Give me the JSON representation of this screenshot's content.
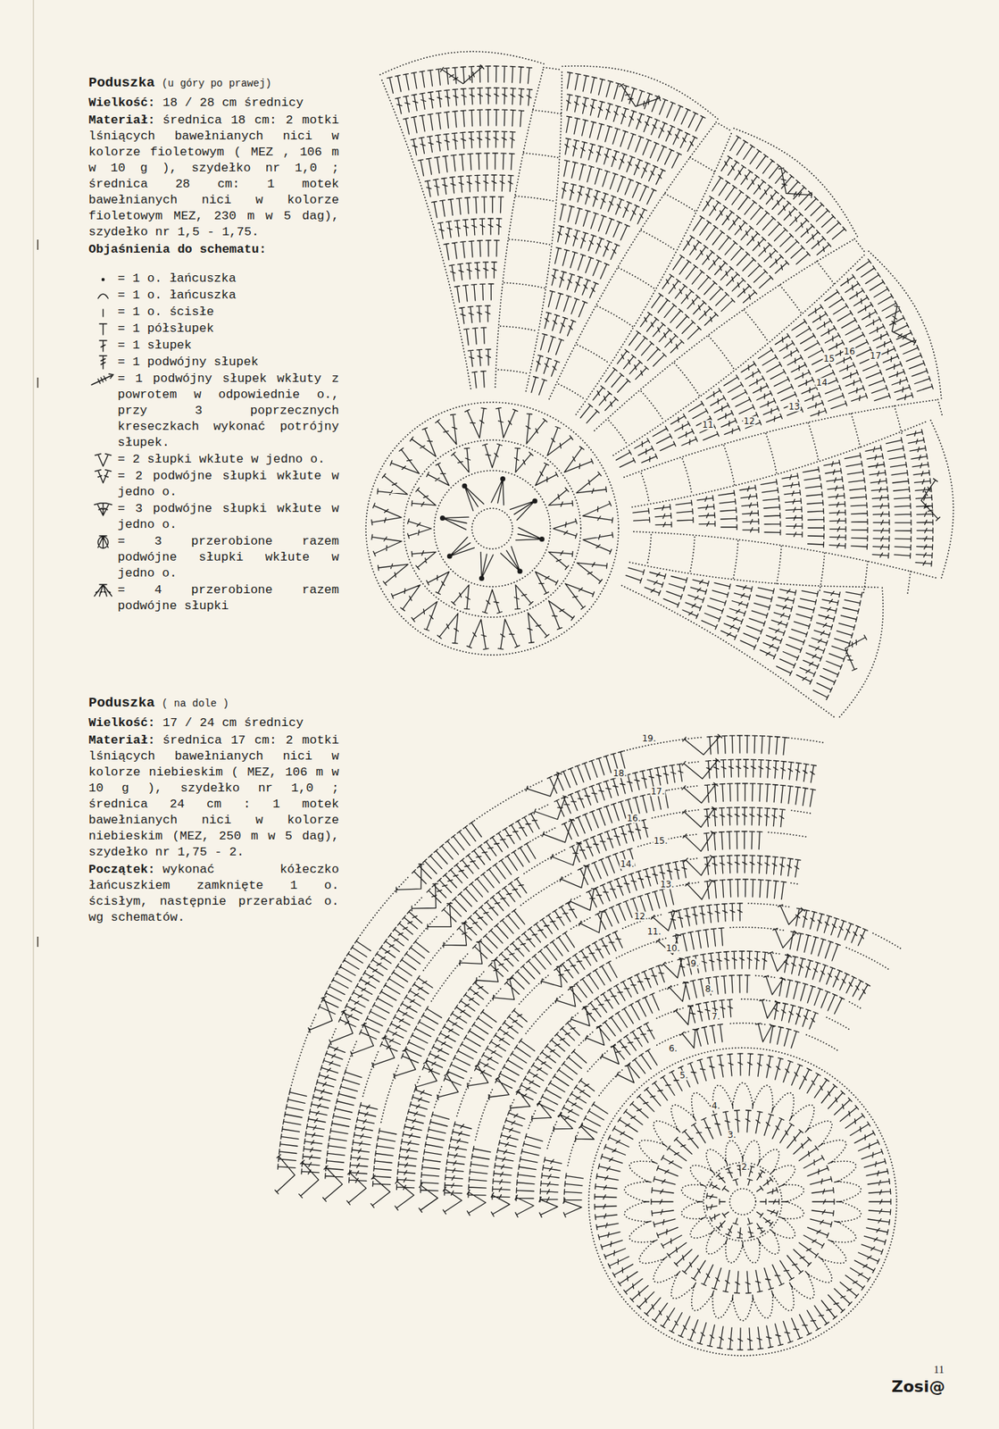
{
  "diagram": {
    "labels": [
      "Poduszka",
      "(u góry po prawej)",
      "Wielkość:",
      "18 / 28 cm średnicy",
      "Materiał:",
      "średnica 18 cm: 2 motki lśniących bawełnianych nici w kolorze fioletowym ( MEZ , 106 m w 10 g ), szydełko nr 1,0 ; średnica 28 cm: 1 motek bawełnianych nici w kolorze fioletowym MEZ, 230 m w 5 dag), szydełko nr 1,5 - 1,75.",
      "Objaśnienia do schematu:",
      "Poduszka",
      "( na dole )",
      "Wielkość:",
      "17 / 24 cm średnicy",
      "Materiał:",
      "średnica 17 cm: 2 motki lśniących bawełnianych nici w kolorze niebieskim ( MEZ, 106 m w 10 g ), szydełko nr 1,0 ; średnica 24 cm : 1 motek bawełnianych nici w kolorze niebieskim (MEZ, 250 m w 5 dag), szydełko nr 1,75 - 2.",
      "Początek:",
      "wykonać kółeczko łańcuszkiem zamknięte 1 o. ścisłym, następnie przerabiać o. wg schematów.",
      "11",
      "12",
      "13",
      "14",
      "15",
      "16",
      "17",
      "2.",
      "3.",
      "4.",
      "5.",
      "6.",
      "7.",
      "8.",
      "9.",
      "10.",
      "11.",
      "12.",
      "13.",
      "14.",
      "15.",
      "16.",
      "17.",
      "18.",
      "19.",
      "11",
      "Zosi@"
    ],
    "legend": [
      {
        "text": "= 1 o. łańcuszka"
      },
      {
        "text": "= 1 o. łańcuszka"
      },
      {
        "text": "= 1 o. ścisłe"
      },
      {
        "text": "= 1 półsłupek"
      },
      {
        "text": "= 1 słupek"
      },
      {
        "text": "= 1 podwójny słupek"
      },
      {
        "text": "= 1 podwójny słupek wkłuty z powrotem w odpowiednie o., przy 3 poprzecznych kreseczkach wykonać potrójny słupek."
      },
      {
        "text": "= 2 słupki wkłute w jedno o."
      },
      {
        "text": "= 2 podwójne słupki wkłute w jedno o."
      },
      {
        "text": "= 3 podwójne słupki wkłute w jedno o."
      },
      {
        "text": "= 3 przerobione razem podwójne słupki wkłute w jedno o."
      },
      {
        "text": "= 4 przerobione razem podwójne słupki"
      }
    ]
  }
}
